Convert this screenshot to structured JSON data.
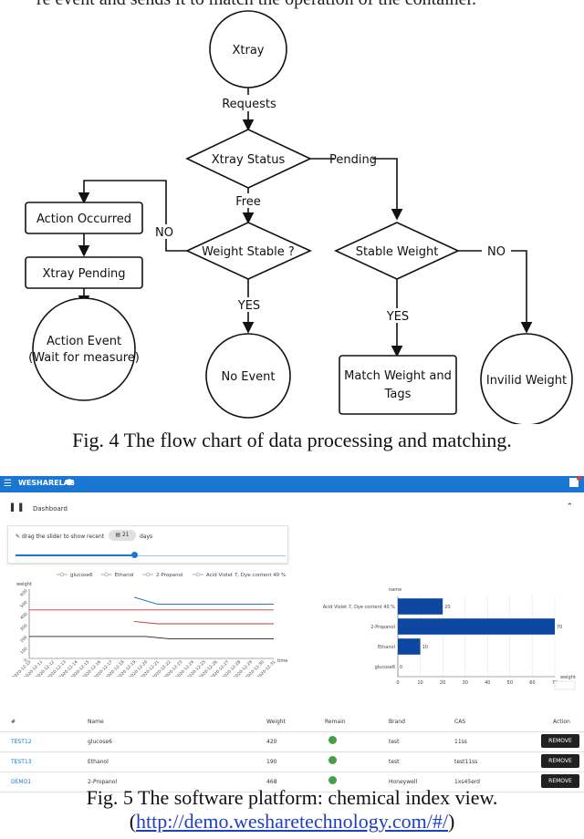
{
  "intro_text": "re event and sends it to match the operation of the container.",
  "flowchart": {
    "xtray": "Xtray",
    "requests": "Requests",
    "xtray_status": "Xtray Status",
    "pending": "Pending",
    "free": "Free",
    "weight_stable": "Weight Stable ?",
    "stable_weight": "Stable Weight",
    "no_left": "NO",
    "no_right": "NO",
    "yes_left": "YES",
    "yes_right": "YES",
    "action_occurred": "Action Occurred",
    "xtray_pending": "Xtray Pending",
    "action_event_1": "Action Event",
    "action_event_2": "(Wait for measure)",
    "no_event": "No Event",
    "match_weight_1": "Match Weight and",
    "match_weight_2": "Tags",
    "invalid_weight": "Invilid Weight"
  },
  "fig4_caption": "Fig. 4 The flow chart of data processing and matching.",
  "app": {
    "brand": "WESHARELAB",
    "dashboard_title": "Dashboard",
    "slider_label": "drag the slider to show recent",
    "days_value": "21",
    "days_label": "days",
    "slider_fraction": 0.44
  },
  "chart_data": [
    {
      "type": "line",
      "title": "",
      "ylabel": "weight",
      "xlabel": "time",
      "legend": [
        "glucose6",
        "Ethanol",
        "2-Propanol",
        "Acid Violet 7, Dye content 40 %"
      ],
      "yticks": [
        "600",
        "500",
        "400",
        "300",
        "200",
        "100",
        "0"
      ],
      "xticks": [
        "2020-12-10",
        "2020-12-11",
        "2020-12-12",
        "2020-12-13",
        "2020-12-14",
        "2020-12-15",
        "2020-12-16",
        "2020-12-17",
        "2020-12-18",
        "2020-12-19",
        "2020-12-20",
        "2020-12-21",
        "2020-12-22",
        "2020-12-23",
        "2020-12-24",
        "2020-12-25",
        "2020-12-26",
        "2020-12-27",
        "2020-12-28",
        "2020-12-29",
        "2020-12-30",
        "2020-12-31"
      ],
      "ylim": [
        0,
        600
      ],
      "series": [
        {
          "name": "glucose6",
          "color": "#1f5fa8",
          "points": [
            [
              "2020-12-19",
              530
            ],
            [
              "2020-12-21",
              470
            ],
            [
              "2020-12-31",
              470
            ]
          ]
        },
        {
          "name": "Ethanol",
          "color": "#d03a2f",
          "points": [
            [
              "2020-12-10",
              420
            ],
            [
              "2020-12-31",
              420
            ]
          ]
        },
        {
          "name": "2-Propanol",
          "color": "#c0392b",
          "points": [
            [
              "2020-12-19",
              320
            ],
            [
              "2020-12-21",
              300
            ],
            [
              "2020-12-31",
              300
            ]
          ]
        },
        {
          "name": "Acid Violet 7, Dye content 40 %",
          "color": "#222222",
          "points": [
            [
              "2020-12-10",
              190
            ],
            [
              "2020-12-20",
              190
            ],
            [
              "2020-12-22",
              170
            ],
            [
              "2020-12-31",
              170
            ]
          ]
        }
      ]
    },
    {
      "type": "bar",
      "orientation": "horizontal",
      "ylabel": "name",
      "xlabel": "weight",
      "categories": [
        "Acid Violet 7, Dye content 40 %",
        "2-Propanol",
        "Ethanol",
        "glucose6"
      ],
      "values": [
        20,
        70,
        10,
        0
      ],
      "xticks": [
        "0",
        "10",
        "20",
        "30",
        "40",
        "50",
        "60",
        "70"
      ],
      "xlim": [
        0,
        70
      ],
      "color": "#0d47a1"
    }
  ],
  "table": {
    "headers": [
      "#",
      "Name",
      "Weight",
      "Remain",
      "Brand",
      "CAS",
      "Action"
    ],
    "rows": [
      {
        "id": "TEST12",
        "name": "glucose6",
        "weight": "420",
        "brand": "test",
        "cas": "11ss",
        "action": "REMOVE"
      },
      {
        "id": "TEST13",
        "name": "Ethanol",
        "weight": "190",
        "brand": "test",
        "cas": "test11ss",
        "action": "REMOVE"
      },
      {
        "id": "DEMO1",
        "name": "2-Propanol",
        "weight": "468",
        "brand": "Honeywell",
        "cas": "1xs45erd",
        "action": "REMOVE"
      }
    ]
  },
  "fig5_caption_1": "Fig. 5 The software platform: chemical index view.",
  "fig5_caption_open": "(",
  "fig5_url": "http://demo.wesharetechnology.com/#/",
  "fig5_caption_close": ")"
}
